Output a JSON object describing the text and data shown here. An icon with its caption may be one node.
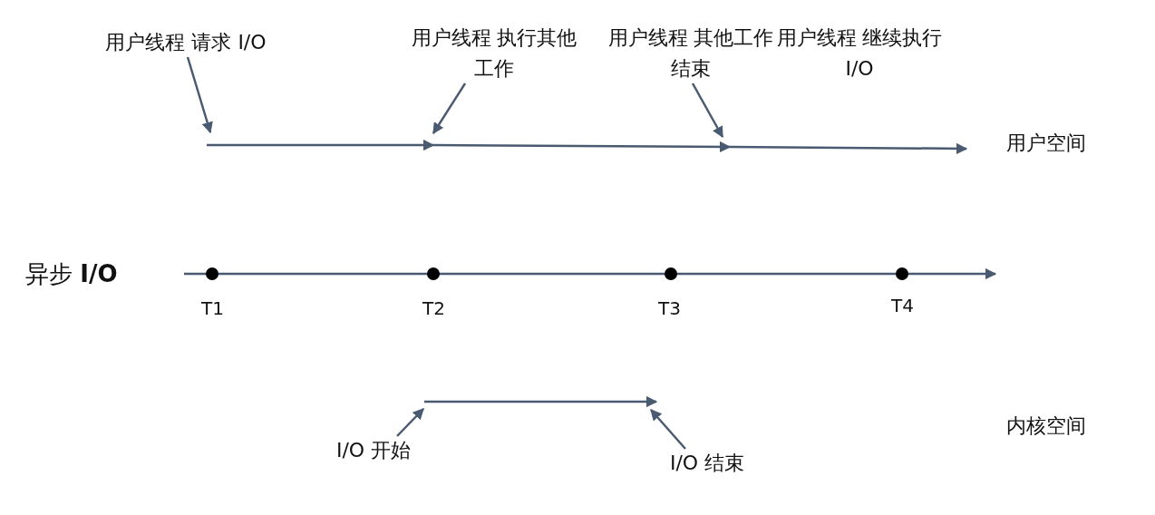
{
  "diagram": {
    "nodes": [
      {
        "text": [
          "用户线程 请求 I/O"
        ]
      },
      {
        "text": [
          "用户线程 执行其他工作"
        ]
      },
      {
        "text": [
          "用户线程 其他工作结束"
        ]
      },
      {
        "text": [
          "用户线程 继续执行 I/O"
        ]
      },
      {
        "text": [
          "I/O 开始"
        ]
      },
      {
        "text": [
          "I/O 结束"
        ]
      }
    ],
    "edges": [
      {
        "from": 0,
        "to": null,
        "arrow": "to"
      },
      {
        "from": 1,
        "to": null,
        "arrow": "to"
      },
      {
        "from": 2,
        "to": null,
        "arrow": "to"
      },
      {
        "from": 4,
        "to": null,
        "arrow": "to"
      },
      {
        "from": 5,
        "to": null,
        "arrow": "to"
      }
    ],
    "labels": [
      "用户空间",
      "异步 **I/O**",
      "T1",
      "T2",
      "T3",
      "T4",
      "内核空间"
    ]
  }
}
